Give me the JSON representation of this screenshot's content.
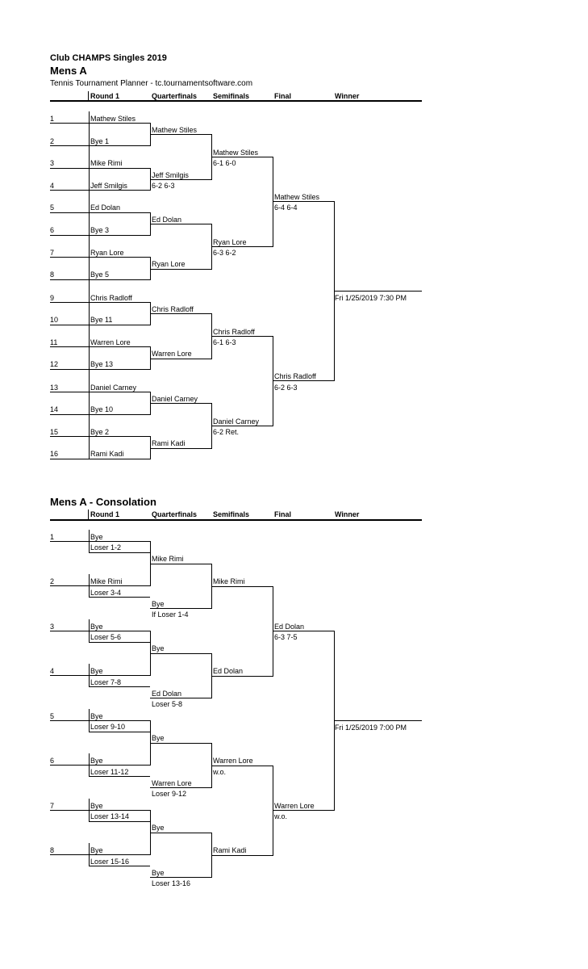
{
  "header": {
    "event": "Club CHAMPS Singles 2019",
    "draw_title": "Mens A",
    "planner": "Tennis Tournament Planner - tc.tournamentsoftware.com"
  },
  "columns": [
    "Round 1",
    "Quarterfinals",
    "Semifinals",
    "Final",
    "Winner"
  ],
  "main_draw": {
    "positions": [
      "1",
      "2",
      "3",
      "4",
      "5",
      "6",
      "7",
      "8",
      "9",
      "10",
      "11",
      "12",
      "13",
      "14",
      "15",
      "16"
    ],
    "round1": [
      "Mathew Stiles",
      "Bye 1",
      "Mike Rimi",
      "Jeff Smilgis",
      "Ed Dolan",
      "Bye 3",
      "Ryan Lore",
      "Bye 5",
      "Chris Radloff",
      "Bye 11",
      "Warren Lore",
      "Bye 13",
      "Daniel Carney",
      "Bye 10",
      "Bye 2",
      "Rami Kadi"
    ],
    "quarterfinals": [
      {
        "name": "Mathew Stiles",
        "score": ""
      },
      {
        "name": "Jeff Smilgis",
        "score": "6-2 6-3"
      },
      {
        "name": "Ed Dolan",
        "score": ""
      },
      {
        "name": "Ryan Lore",
        "score": ""
      },
      {
        "name": "Chris Radloff",
        "score": ""
      },
      {
        "name": "Warren Lore",
        "score": ""
      },
      {
        "name": "Daniel Carney",
        "score": ""
      },
      {
        "name": "Rami Kadi",
        "score": ""
      }
    ],
    "semifinals": [
      {
        "name": "Mathew Stiles",
        "score": "6-1 6-0"
      },
      {
        "name": "Ryan Lore",
        "score": "6-3 6-2"
      },
      {
        "name": "Chris Radloff",
        "score": "6-1 6-3"
      },
      {
        "name": "Daniel Carney",
        "score": "6-2 Ret."
      }
    ],
    "final": [
      {
        "name": "Mathew Stiles",
        "score": "6-4 6-4"
      },
      {
        "name": "Chris Radloff",
        "score": "6-2 6-3"
      }
    ],
    "winner": "Fri 1/25/2019 7:30 PM"
  },
  "consolation": {
    "title": "Mens A - Consolation",
    "positions": [
      "1",
      "2",
      "3",
      "4",
      "5",
      "6",
      "7",
      "8"
    ],
    "round1": [
      {
        "name": "Bye",
        "from": "Loser  1-2"
      },
      {
        "name": "Mike Rimi",
        "from": "Loser  3-4"
      },
      {
        "name": "Bye",
        "from": "Loser  5-6"
      },
      {
        "name": "Bye",
        "from": "Loser  7-8"
      },
      {
        "name": "Bye",
        "from": "Loser  9-10"
      },
      {
        "name": "Bye",
        "from": "Loser  11-12"
      },
      {
        "name": "Bye",
        "from": "Loser  13-14"
      },
      {
        "name": "Bye",
        "from": "Loser  15-16"
      }
    ],
    "quarterfinals": [
      {
        "name": "Mike Rimi",
        "from": ""
      },
      {
        "name": "Bye",
        "from": "If Loser  1-4"
      },
      {
        "name": "Bye",
        "from": ""
      },
      {
        "name": "Ed Dolan",
        "from": "Loser  5-8"
      },
      {
        "name": "Bye",
        "from": ""
      },
      {
        "name": "Warren Lore",
        "from": "Loser  9-12"
      },
      {
        "name": "Bye",
        "from": ""
      },
      {
        "name": "Bye",
        "from": "Loser  13-16"
      }
    ],
    "semifinals": [
      {
        "name": "Mike Rimi",
        "score": ""
      },
      {
        "name": "Ed Dolan",
        "score": ""
      },
      {
        "name": "Warren Lore",
        "score": "w.o."
      },
      {
        "name": "Rami Kadi",
        "score": ""
      }
    ],
    "final": [
      {
        "name": "Ed Dolan",
        "score": "6-3 7-5"
      },
      {
        "name": "Warren Lore",
        "score": "w.o."
      }
    ],
    "winner": "Fri 1/25/2019 7:00 PM"
  }
}
